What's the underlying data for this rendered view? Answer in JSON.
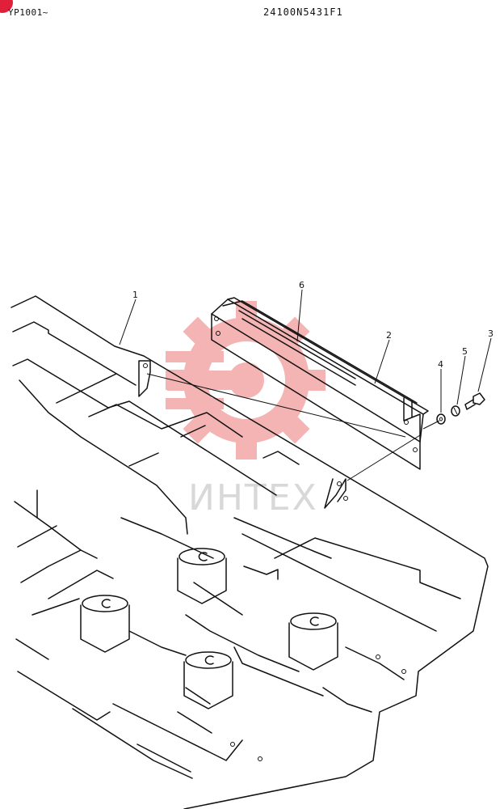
{
  "header": {
    "serial_range": "YP1001~",
    "part_number": "24100N5431F1"
  },
  "callouts": {
    "frame": "1",
    "cover_panel": "2",
    "bolt": "3",
    "washer": "4",
    "lock_washer": "5",
    "seal_strip": "6"
  },
  "watermark": {
    "text": "ИНТЕХ"
  }
}
